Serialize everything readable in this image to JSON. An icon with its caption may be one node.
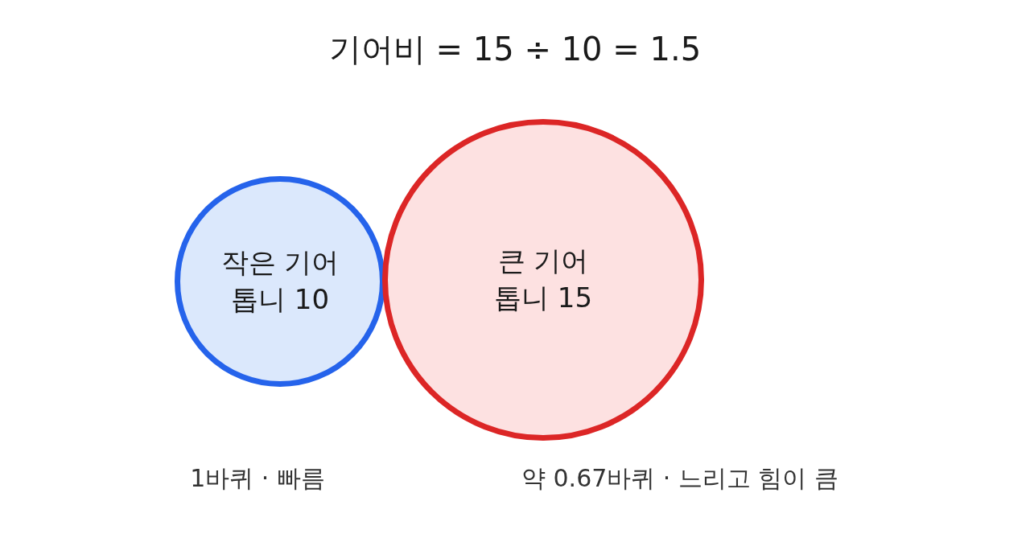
{
  "diagram": {
    "title": "기어비 = 15 ÷ 10 = 1.5",
    "nodes": [
      {
        "text": [
          "작은 기어",
          "톱니 10"
        ],
        "beside": [
          "1바퀴 · 빠름"
        ]
      },
      {
        "text": [
          "큰 기어",
          "톱니 15"
        ],
        "beside": [
          "약 0.67바퀴 · 느리고 힘이 큼"
        ]
      }
    ]
  }
}
